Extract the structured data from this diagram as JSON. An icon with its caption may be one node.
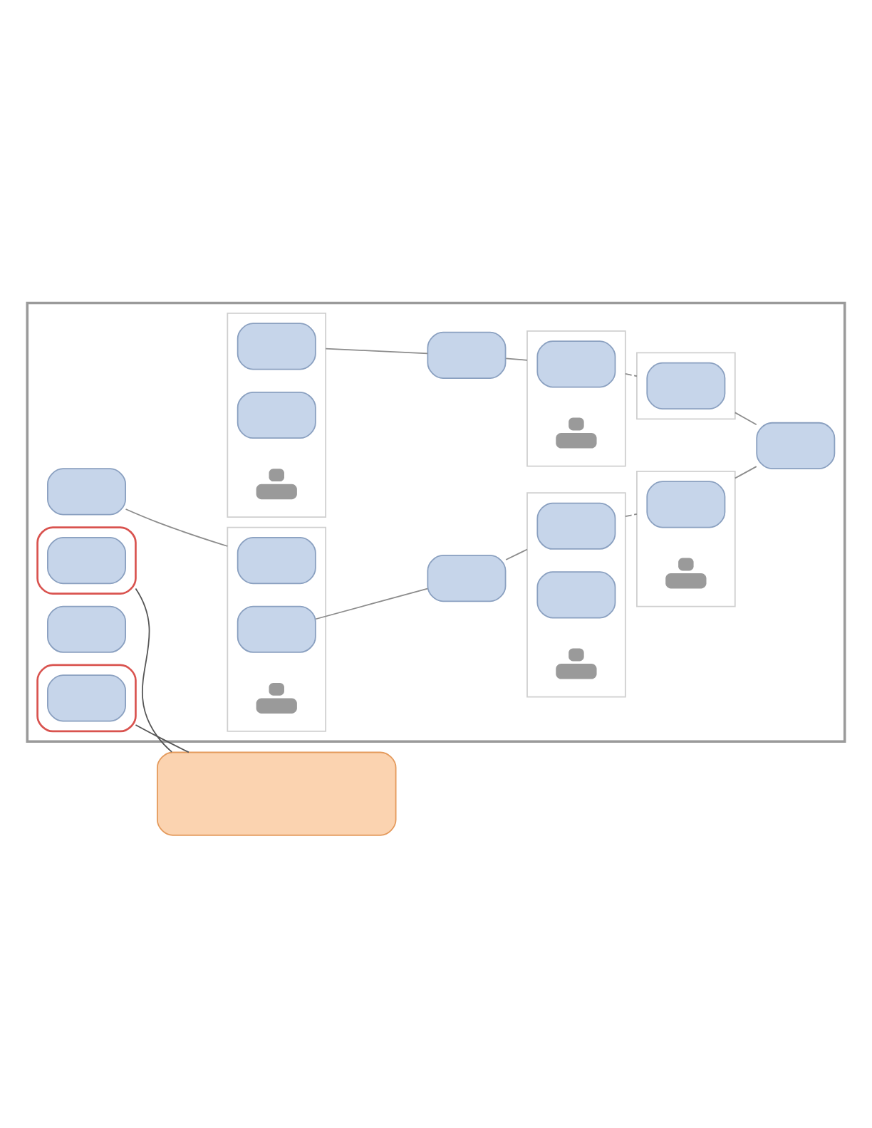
{
  "diagram": {
    "nodes": [
      {
        "text": [],
        "shape": "box"
      },
      {
        "text": [],
        "shape": "box",
        "in": 0
      },
      {
        "text": [],
        "shape": "box",
        "in": 1
      },
      {
        "text": [],
        "shape": "box",
        "in": 0
      },
      {
        "text": [],
        "shape": "box",
        "in": 0
      },
      {
        "text": [],
        "shape": "box",
        "in": 4
      },
      {
        "text": [],
        "shape": "box",
        "in": 4
      },
      {
        "text": [],
        "shape": "person",
        "in": 4
      },
      {
        "text": [],
        "shape": "box",
        "in": 0
      },
      {
        "text": [],
        "shape": "box",
        "in": 0
      },
      {
        "text": [],
        "shape": "box",
        "in": 9
      },
      {
        "text": [],
        "shape": "person",
        "in": 9
      },
      {
        "text": [],
        "shape": "box",
        "in": 0
      },
      {
        "text": [],
        "shape": "box",
        "in": 12
      },
      {
        "text": [],
        "shape": "box",
        "in": 0
      },
      {
        "text": [],
        "shape": "box",
        "in": 14
      },
      {
        "text": [],
        "shape": "box",
        "in": 0
      },
      {
        "text": [],
        "shape": "box",
        "in": 0
      },
      {
        "text": [],
        "shape": "box",
        "in": 17
      },
      {
        "text": [],
        "shape": "box",
        "in": 17
      },
      {
        "text": [],
        "shape": "person",
        "in": 17
      },
      {
        "text": [],
        "shape": "box",
        "in": 0
      },
      {
        "text": [],
        "shape": "box",
        "in": 0
      },
      {
        "text": [],
        "shape": "box",
        "in": 22
      },
      {
        "text": [],
        "shape": "box",
        "in": 22
      },
      {
        "text": [],
        "shape": "person",
        "in": 22
      },
      {
        "text": [],
        "shape": "box",
        "in": 0
      },
      {
        "text": [],
        "shape": "box",
        "in": 26
      },
      {
        "text": [],
        "shape": "person",
        "in": 26
      },
      {
        "text": [],
        "shape": "box",
        "in": 0
      },
      {
        "text": [],
        "shape": "box"
      }
    ],
    "edges": [
      {
        "from": 4,
        "to": 8,
        "arrow": "none"
      },
      {
        "from": 8,
        "to": 9,
        "arrow": "none"
      },
      {
        "from": 9,
        "to": 12,
        "arrow": "none",
        "style": "dashed"
      },
      {
        "from": 12,
        "to": 29,
        "arrow": "none"
      },
      {
        "from": 16,
        "to": 17,
        "arrow": "none"
      },
      {
        "from": 19,
        "to": 21,
        "arrow": "none"
      },
      {
        "from": 21,
        "to": 22,
        "arrow": "none"
      },
      {
        "from": 22,
        "to": 26,
        "arrow": "none",
        "style": "dashed"
      },
      {
        "from": 26,
        "to": 29,
        "arrow": "none"
      },
      {
        "from": 1,
        "to": 30,
        "arrow": "none",
        "color": "#555555"
      },
      {
        "from": 14,
        "to": 30,
        "arrow": "none",
        "color": "#555555"
      }
    ]
  }
}
